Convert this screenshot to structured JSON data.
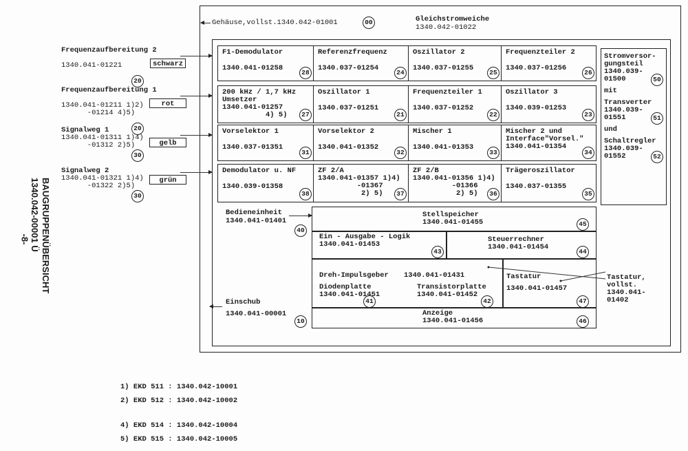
{
  "side_title": {
    "title": "BAUGRUPPENÜBERSICHT",
    "number": "1340.042-00001 Ü",
    "page": "-8-"
  },
  "housing": {
    "label": "Gehäuse,vollst.1340.042-01001",
    "badge": "00"
  },
  "dc_switch": {
    "title": "Gleichstromweiche",
    "number": "1340.042-01022"
  },
  "left_groups": [
    {
      "title": "Frequenzaufbereitung 2",
      "lines": [
        "1340.041-01221"
      ],
      "badge": "20",
      "color": "schwarz"
    },
    {
      "title": "Frequenzaufbereitung 1",
      "lines": [
        "1340.041-01211 1)2)",
        "      -01214 4)5)"
      ],
      "badge": "20",
      "color": "rot"
    },
    {
      "title": "Signalweg 1",
      "lines": [
        "1340.041-01311 1)4)",
        "      -01312 2)5)"
      ],
      "badge": "30",
      "color": "gelb"
    },
    {
      "title": "Signalweg 2",
      "lines": [
        "1340.041-01321 1)4)",
        "      -01322 2)5)"
      ],
      "badge": "30",
      "color": "grün"
    }
  ],
  "modules": [
    [
      {
        "lines": [
          "F1-Demodulator",
          "1340.041-01258"
        ],
        "badge": "28"
      },
      {
        "lines": [
          "Referenzfrequenz",
          "1340.037-01254"
        ],
        "badge": "24"
      },
      {
        "lines": [
          "Oszillator 2",
          "1340.037-01255"
        ],
        "badge": "25"
      },
      {
        "lines": [
          "Frequenzteiler 2",
          "1340.037-01256"
        ],
        "badge": "26"
      }
    ],
    [
      {
        "lines": [
          "200 kHz / 1,7 kHz",
          "Umsetzer",
          "1340.041-01257",
          "          4) 5)"
        ],
        "badge": "27"
      },
      {
        "lines": [
          "Oszillator 1",
          "1340.037-01251"
        ],
        "badge": "21"
      },
      {
        "lines": [
          "Frequenzteiler 1",
          "1340.037-01252"
        ],
        "badge": "22"
      },
      {
        "lines": [
          "Oszillator 3",
          "1340.039-01253"
        ],
        "badge": "23"
      }
    ],
    [
      {
        "lines": [
          "Vorselektor 1",
          "1340.037-01351"
        ],
        "badge": "31"
      },
      {
        "lines": [
          "Vorselektor 2",
          "1340.041-01352"
        ],
        "badge": "32"
      },
      {
        "lines": [
          "Mischer 1",
          "1340.041-01353"
        ],
        "badge": "33"
      },
      {
        "lines": [
          "Mischer 2 und",
          "Interface\"Vorsel.\"",
          "1340.041-01354"
        ],
        "badge": "34"
      }
    ],
    [
      {
        "lines": [
          "Demodulator u. NF",
          "1340.039-01358"
        ],
        "badge": "38"
      },
      {
        "lines": [
          "ZF 2/A",
          "1340.041-01357 1)4)",
          "         -01367",
          "          2) 5)"
        ],
        "badge": "37"
      },
      {
        "lines": [
          "ZF 2/B",
          "1340.041-01356 1)4)",
          "         -01366",
          "          2) 5)"
        ],
        "badge": "36"
      },
      {
        "lines": [
          "Trägeroszillator",
          "1340.037-01355"
        ],
        "badge": "35"
      }
    ]
  ],
  "power_supply": {
    "items": [
      {
        "lines": [
          "Stromversor-",
          "gungsteil",
          "1340.039-",
          "01500"
        ],
        "badge": "50"
      },
      {
        "lines": [
          "mit"
        ]
      },
      {
        "lines": [
          "Transverter",
          "1340.039-",
          "01551"
        ],
        "badge": "51"
      },
      {
        "lines": [
          "und"
        ]
      },
      {
        "lines": [
          "Schaltregler",
          "1340.039-",
          "01552"
        ],
        "badge": "52"
      }
    ]
  },
  "operating_unit": {
    "title": "Bedieneinheit",
    "number": "1340.041-01401",
    "badge": "40"
  },
  "insert": {
    "title": "Einschub",
    "number": "1340.041-00001",
    "badge": "10"
  },
  "keyboard_full": {
    "lines": [
      "Tastatur,",
      "vollst.",
      "1340.041-",
      "01402"
    ]
  },
  "control": {
    "stellspeicher": {
      "title": "Stellspeicher",
      "number": "1340.041-01455",
      "badge": "45"
    },
    "io_logic": {
      "title": "Ein - Ausgabe - Logik",
      "number": "1340.041-01453",
      "badge": "43"
    },
    "computer": {
      "title": "Steuerrechner",
      "number": "1340.041-01454",
      "badge": "44"
    },
    "encoder": {
      "title": "Dreh-Impulsgeber",
      "number": "1340.041-01431"
    },
    "diode": {
      "title": "Diodenplatte",
      "number": "1340.041-01451",
      "badge": "41"
    },
    "transistor": {
      "title": "Transistorplatte",
      "number": "1340.041-01452",
      "badge": "42"
    },
    "keyboard": {
      "title": "Tastatur",
      "number": "1340.041-01457",
      "badge": "47"
    },
    "display": {
      "title": "Anzeige",
      "number": "1340.041-01456",
      "badge": "46"
    }
  },
  "footnotes": [
    "1) EKD 511 : 1340.042-10001",
    "2) EKD 512 : 1340.042-10002",
    "4) EKD 514 : 1340.042-10004",
    "5) EKD 515 : 1340.042-10005"
  ]
}
